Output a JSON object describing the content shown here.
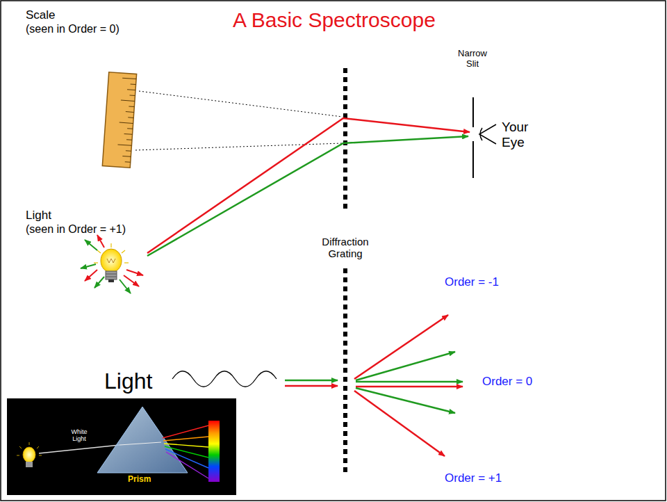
{
  "diagram": {
    "title": "A Basic Spectroscope",
    "nodes": [
      {
        "text": [
          "White Light",
          "Prism"
        ]
      }
    ],
    "labels": [
      "Scale",
      "(seen in Order = 0)",
      "Narrow Slit",
      "Your Eye",
      "Light",
      "(seen in Order = +1)",
      "Diffraction Grating",
      "Order = -1",
      "Light",
      "Order = 0",
      "Order = +1"
    ]
  }
}
